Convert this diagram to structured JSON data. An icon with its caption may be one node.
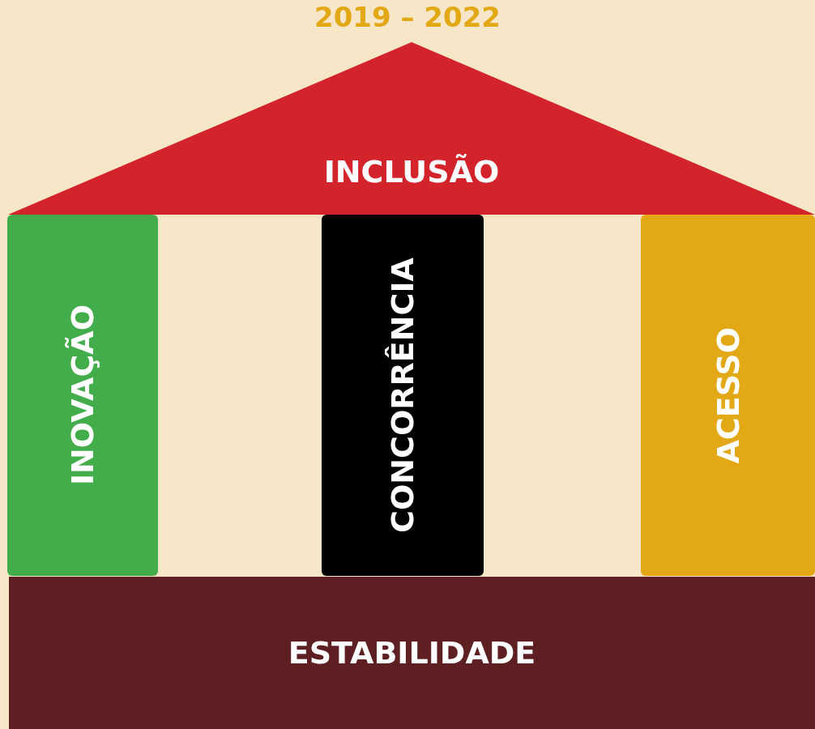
{
  "diagram": {
    "title": "2019 – 2022",
    "nodes": [
      {
        "text": [
          "INCLUSÃO"
        ]
      },
      {
        "text": [
          "INOVAÇÃO"
        ]
      },
      {
        "text": [
          "CONCORRÊNCIA"
        ]
      },
      {
        "text": [
          "ACESSO"
        ]
      },
      {
        "text": [
          "ESTABILIDADE"
        ]
      }
    ]
  }
}
